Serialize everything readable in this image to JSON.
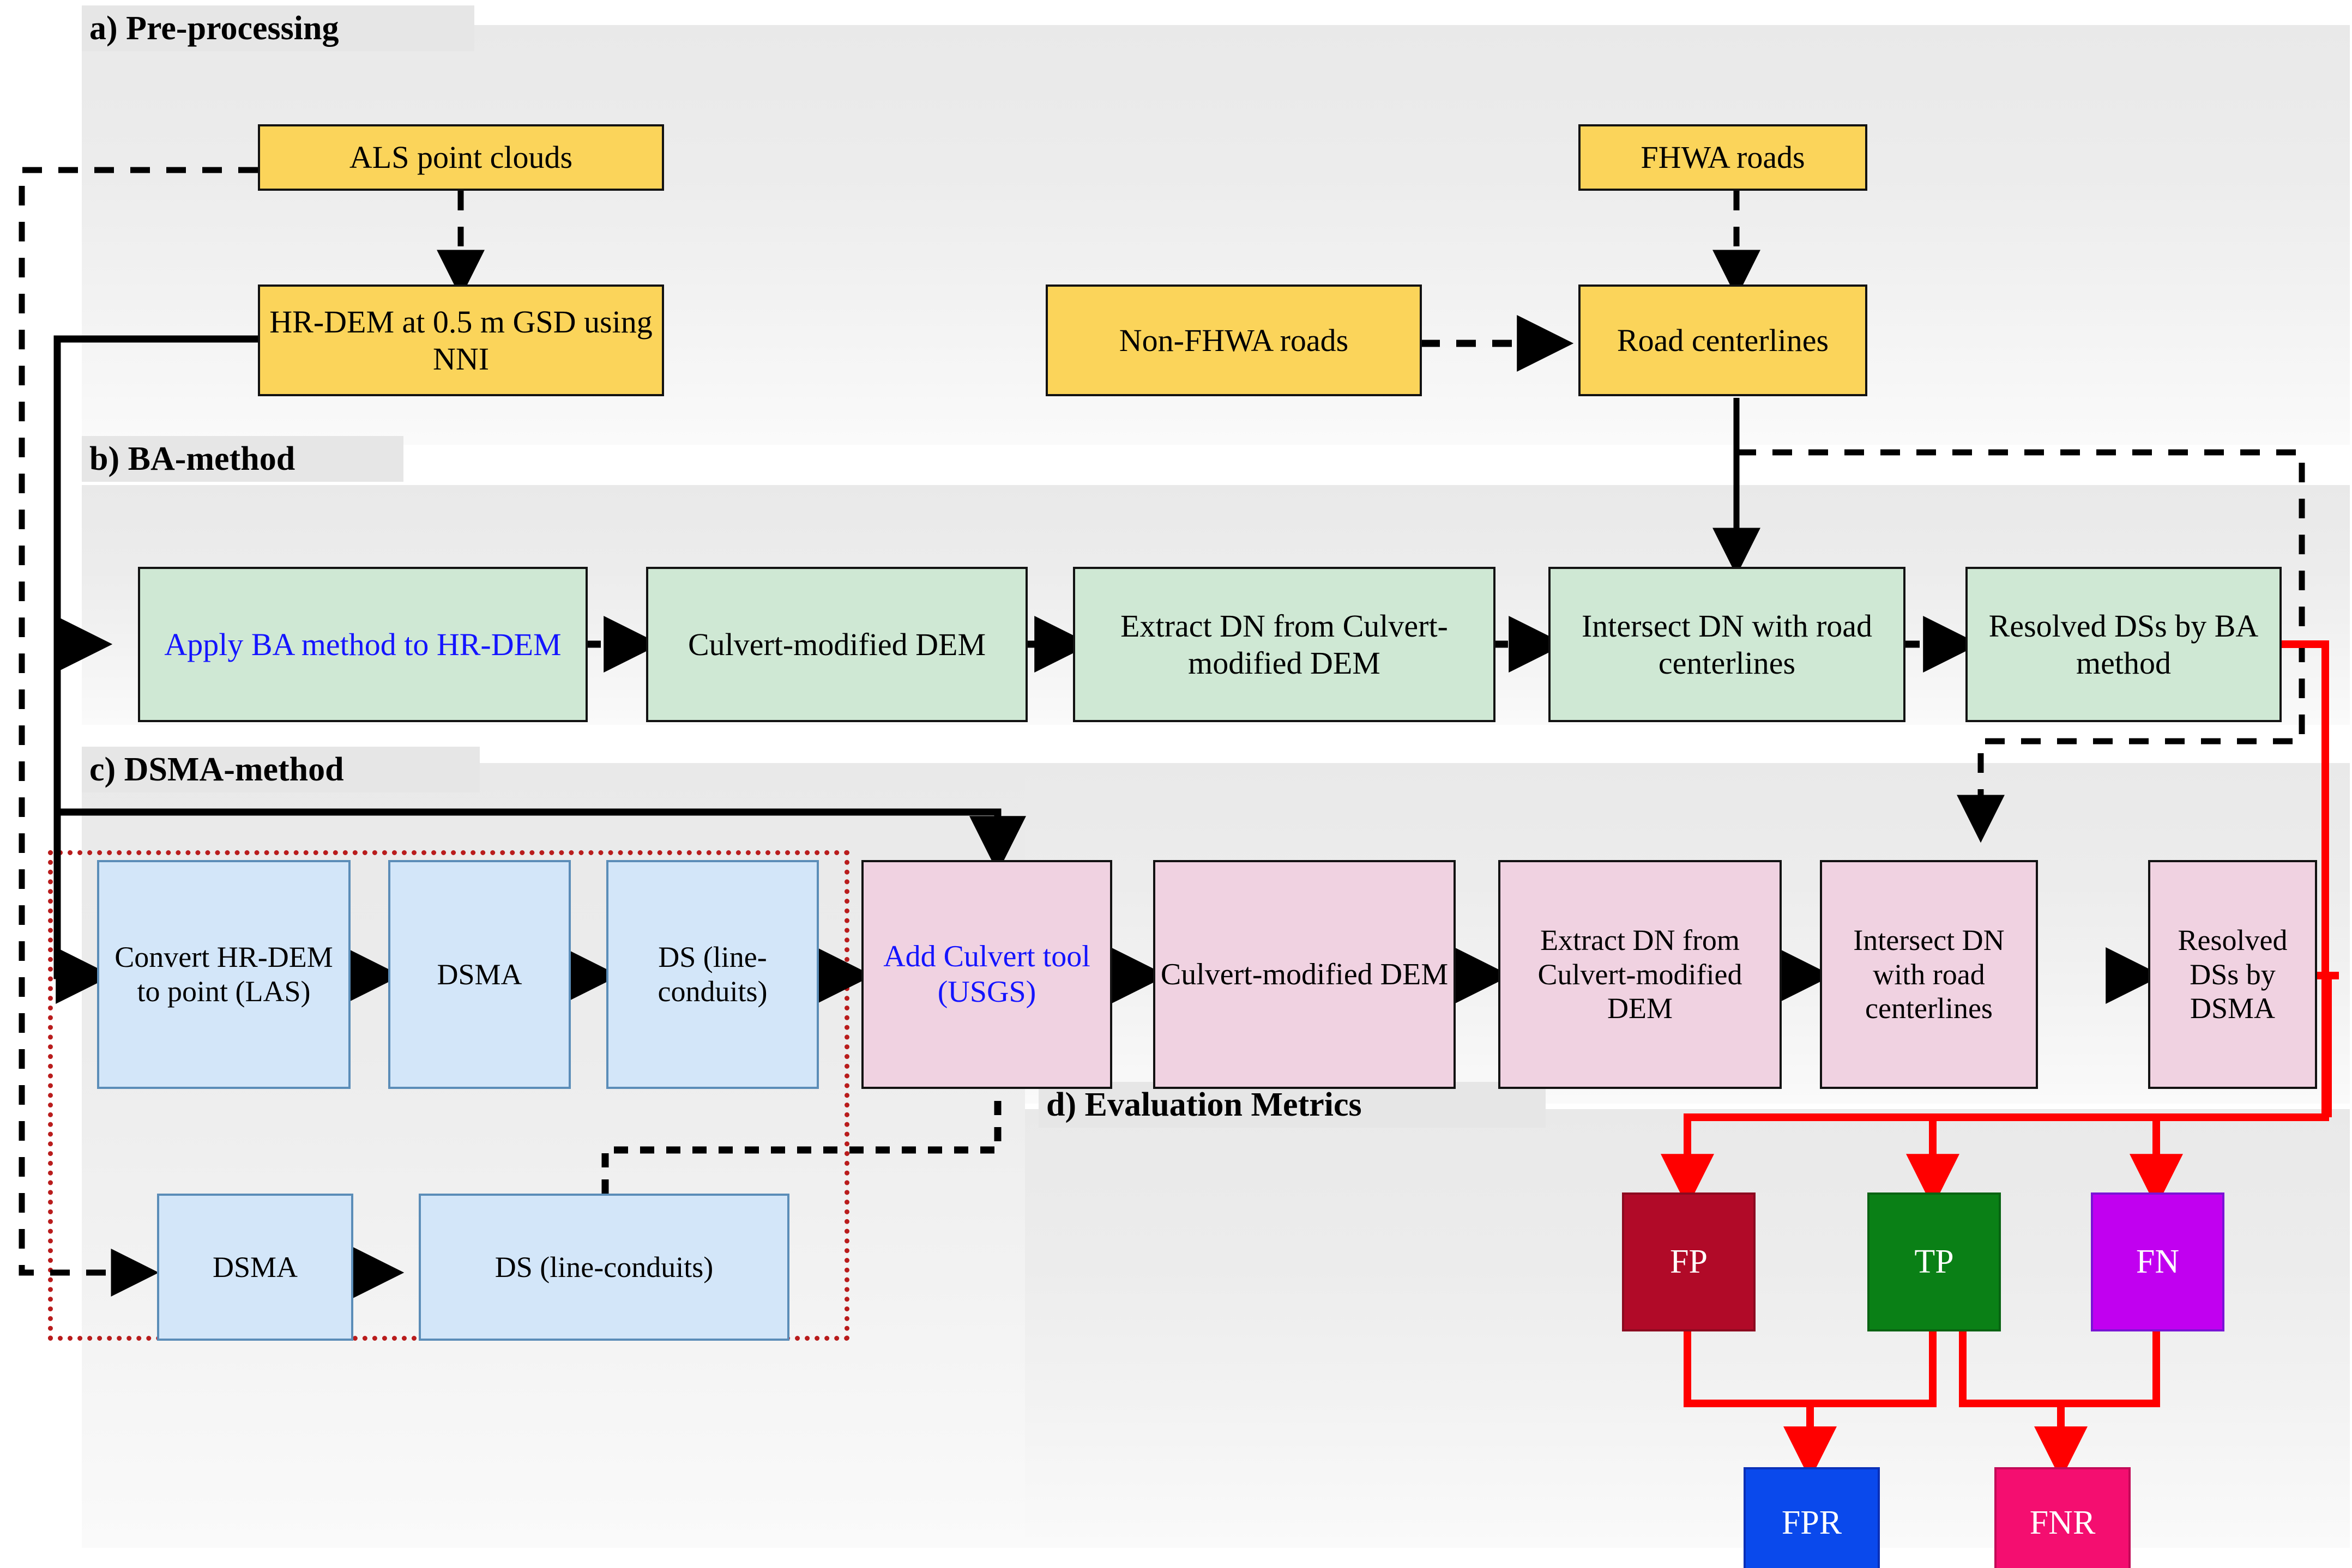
{
  "sections": [
    {
      "id": "a",
      "label": "a) Pre-processing"
    },
    {
      "id": "b",
      "label": "b) BA-method"
    },
    {
      "id": "c",
      "label": "c) DSMA-method"
    },
    {
      "id": "d",
      "label": "d) Evaluation Metrics"
    }
  ],
  "preprocessing": {
    "als_point_clouds": "ALS point clouds",
    "hr_dem": "HR-DEM at 0.5 m GSD using NNI",
    "fhwa_roads": "FHWA roads",
    "non_fhwa_roads": "Non-FHWA roads",
    "road_centerlines": "Road centerlines"
  },
  "ba_method": {
    "apply_ba": "Apply BA method to HR-DEM",
    "culvert_modified_dem": "Culvert-modified DEM",
    "extract_dn": "Extract DN from Culvert-modified DEM",
    "intersect_dn": "Intersect DN with road centerlines",
    "resolved_ds": "Resolved DSs by BA method"
  },
  "dsma_method": {
    "convert_hr_dem": "Convert HR-DEM to point (LAS)",
    "dsma_1": "DSMA",
    "ds_line_conduits_1": "DS (line-conduits)",
    "add_culvert_tool": "Add Culvert tool (USGS)",
    "culvert_modified_dem": "Culvert-modified DEM",
    "extract_dn": "Extract DN from Culvert-modified DEM",
    "intersect_dn": "Intersect DN with road centerlines",
    "resolved_ds": "Resolved DSs by DSMA",
    "dsma_2": "DSMA",
    "ds_line_conduits_2": "DS (line-conduits)"
  },
  "evaluation_metrics": {
    "fp": "FP",
    "tp": "TP",
    "fn": "FN",
    "fpr": "FPR",
    "fnr": "FNR"
  },
  "colors": {
    "yellow_node": "#fbd45a",
    "green_node": "#cfe8d4",
    "pink_node": "#f0d2e1",
    "blue_node": "#d3e6f9",
    "panel_grey": "#ececec",
    "highlight_text": "#1414ff",
    "dotted_group_border": "#b91c1c",
    "metric_flow": "#ff0000",
    "fp": "#b10a28",
    "tp": "#0a8016",
    "fn": "#c100f0",
    "fpr": "#0a49ec",
    "fnr": "#f40e70"
  }
}
